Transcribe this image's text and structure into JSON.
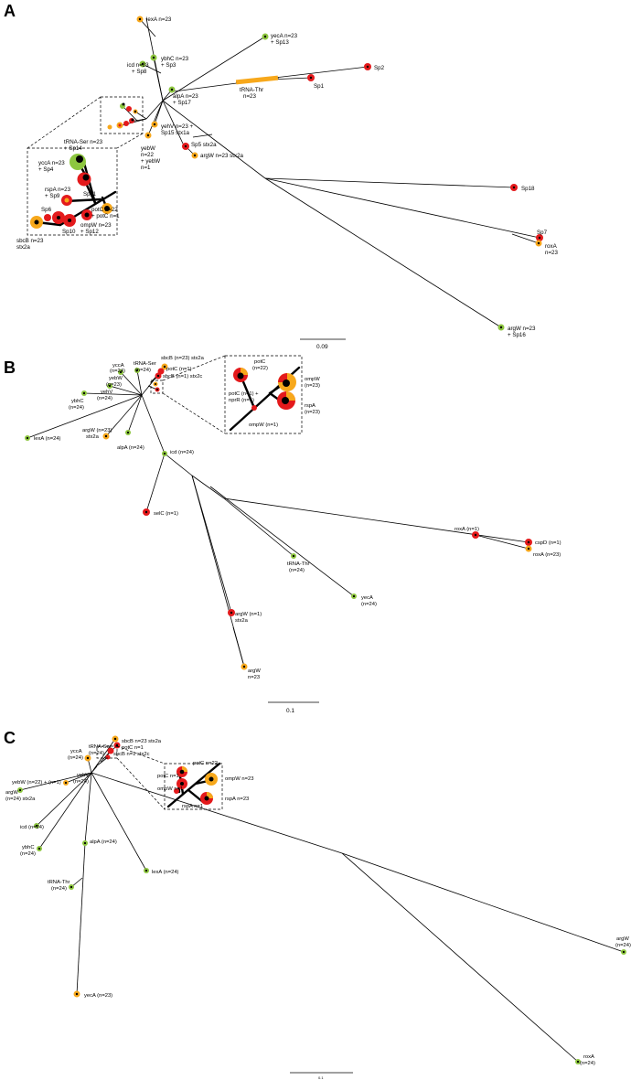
{
  "colors": {
    "green": "#8dc63f",
    "red": "#e41a1c",
    "orange": "#f7a81b",
    "black": "#000000"
  },
  "panels": {
    "a": "A",
    "b": "B",
    "c": "C"
  },
  "scales": {
    "a": "0.09",
    "b": "0.1",
    "c": "0.1"
  },
  "labels_a": {
    "lexA": "lexA n=23",
    "yecA_1": "yecA n=23",
    "yecA_2": "+ Sp13",
    "icd_1": "icd n=23",
    "icd_2": "+ Sp8",
    "ybhC_1": "ybhC n=23",
    "ybhC_2": "+ Sp3",
    "sp2": "Sp2",
    "sp1": "Sp1",
    "trnathr_1": "tRNA-Thr",
    "trnathr_2": "n=23",
    "alpA_1": "alpA n=23",
    "alpA_2": "+ Sp17",
    "yehV_1": "yehV n=23 +",
    "yehV_2": "Sp15 stx1a",
    "trnaser_1": "tRNA-Ser n=23",
    "trnaser_2": "+ Sp14",
    "yebW_1": "yebW",
    "yebW_2": "n=22",
    "yebW_3": "+ yebW",
    "yebW_4": "n=1",
    "sp5": "Sp5 stx2a",
    "argW_mid": "argW n=23 stx2a",
    "yccA_1": "yccA n=23",
    "yccA_2": "+ Sp4",
    "sp11": "Sp11",
    "rspA_1": "rspA n=23",
    "rspA_2": "+ Sp9",
    "potC_1": "potC n=22",
    "potC_2": "+ potC n=1",
    "sp6": "Sp6",
    "ompW_1": "ompW n=23",
    "ompW_2": "+ Sp12",
    "sp10": "Sp10",
    "sbcB_1": "sbcB n=23",
    "sbcB_2": "stx2a",
    "sp18": "Sp18",
    "sp7": "Sp7",
    "roxA_1": "roxA",
    "roxA_2": "n=23",
    "argW_end_1": "argW n=23",
    "argW_end_2": "+ Sp16"
  },
  "labels_b": {
    "yccA_1": "yccA",
    "yccA_2": "(n=24)",
    "trnaser_1": "tRNA-Ser",
    "trnaser_2": "(n=24)",
    "sbcB23": "sbcB (n=23) stx2a",
    "potC1": "potC (n=1)",
    "sbcB1": "sbcB (n=1) stx2c",
    "yebW_1": "yebW",
    "yebW_2": "(n=23)",
    "yehV_1": "yehV",
    "yehV_2": "(n=24)",
    "ybhC_1": "ybhC",
    "ybhC_2": "(n=24)",
    "lexA": "lexA (n=24)",
    "argW_1": "argW (n=23)",
    "argW_2": "stx2a",
    "alpA": "alpA (n=24)",
    "icd": "icd (n=24)",
    "potC22_1": "potC",
    "potC22_2": "(n=22)",
    "ompW23_1": "ompW",
    "ompW23_2": "(n=23)",
    "potCnpr_1": "potC (n=1) +",
    "potCnpr_2": "nprR (n=1)",
    "rspA_1": "rspA",
    "rspA_2": "(n=23)",
    "ompW1": "ompW (n=1)",
    "selC": "selC (n=1)",
    "roxA1": "roxA (n=1)",
    "cspD": "cspD (n=1)",
    "roxA23": "roxA (n=23)",
    "trnathr_1": "tRNA-Thr",
    "trnathr_2": "(n=24)",
    "yecA_1": "yecA",
    "yecA_2": "(n=24)",
    "argW1_1": "argW (n=1)",
    "argW1_2": "stx2a",
    "argW23_1": "argW",
    "argW23_2": "n=23"
  },
  "labels_c": {
    "yccA_1": "yccA",
    "yccA_2": "(n=24)",
    "trnaser_1": "tRNA-Ser",
    "trnaser_2": "(n=24)",
    "sbcB23": "sbcB n=23 stx2a",
    "potC1": "potC n=1",
    "sbcB1": "sbcB n=1 stx2c",
    "yebW": "yebW (n=22) + (n=1)",
    "yehV_1": "yehV",
    "yehV_2": "(n=24)",
    "argW_1": "argW",
    "argW_2": "(n=24) stx2a",
    "potC22": "potC n=22",
    "potC1_inset": "potC n=1",
    "ompW1": "ompW n=1",
    "ompW23": "ompW n=23",
    "rspA1": "rspA n=1",
    "rspA23": "rspA n=23",
    "icd": "icd (n=24)",
    "ybhC_1": "ybhC",
    "ybhC_2": "(n=24)",
    "alpA": "alpA (n=24)",
    "lexA": "lexA (n=24)",
    "trnathr_1": "tRNA-Thr",
    "trnathr_2": "(n=24)",
    "yecA": "yecA (n=23)",
    "argW_end_1": "argW",
    "argW_end_2": "(n=24)",
    "roxA_1": "roxA",
    "roxA_2": "(n=24)"
  }
}
